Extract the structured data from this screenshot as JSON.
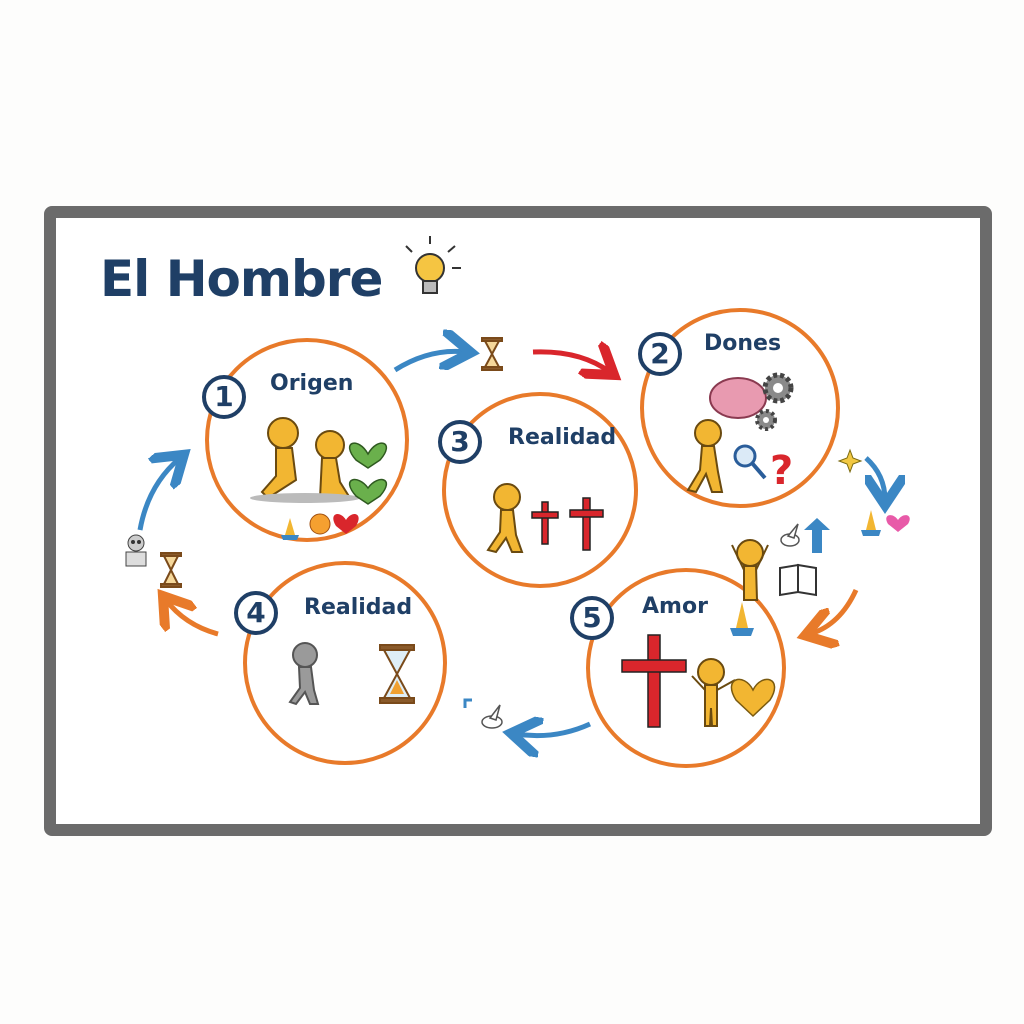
{
  "title": "El Hombre",
  "title_icon": "lightbulb-icon",
  "colors": {
    "navy": "#1f3f66",
    "orange": "#e87a2a",
    "blue": "#3b87c4",
    "red": "#d9262c",
    "frame": "#6b6b6b",
    "figure": "#f2b632"
  },
  "stages": [
    {
      "number": "1",
      "label": "Origen",
      "icons": [
        "two-figures-kneeling-icon",
        "green-heart-icon",
        "praying-hands-icon",
        "blushing-face-icon",
        "red-heart-icon"
      ]
    },
    {
      "number": "2",
      "label": "Dones",
      "icons": [
        "brain-icon",
        "gear-icon",
        "magnifier-icon",
        "question-mark-icon",
        "walking-figure-icon"
      ]
    },
    {
      "number": "3",
      "label": "Realidad",
      "icons": [
        "walking-figure-icon",
        "lightbulb-question-icon",
        "cross-icon",
        "cross-icon"
      ]
    },
    {
      "number": "4",
      "label": "Realidad",
      "icons": [
        "gray-figure-crumbling-icon",
        "hourglass-icon"
      ]
    },
    {
      "number": "5",
      "label": "Amor",
      "icons": [
        "cross-icon",
        "happy-figure-icon",
        "gold-heart-icon"
      ]
    }
  ],
  "connector_icons": [
    "hourglass-icon",
    "sparkle-icon",
    "praying-hands-icon",
    "pink-heart-icon",
    "rejoicing-figure-icon",
    "dove-icon",
    "up-arrow-icon",
    "open-book-icon",
    "skull-icon",
    "dove-icon"
  ]
}
